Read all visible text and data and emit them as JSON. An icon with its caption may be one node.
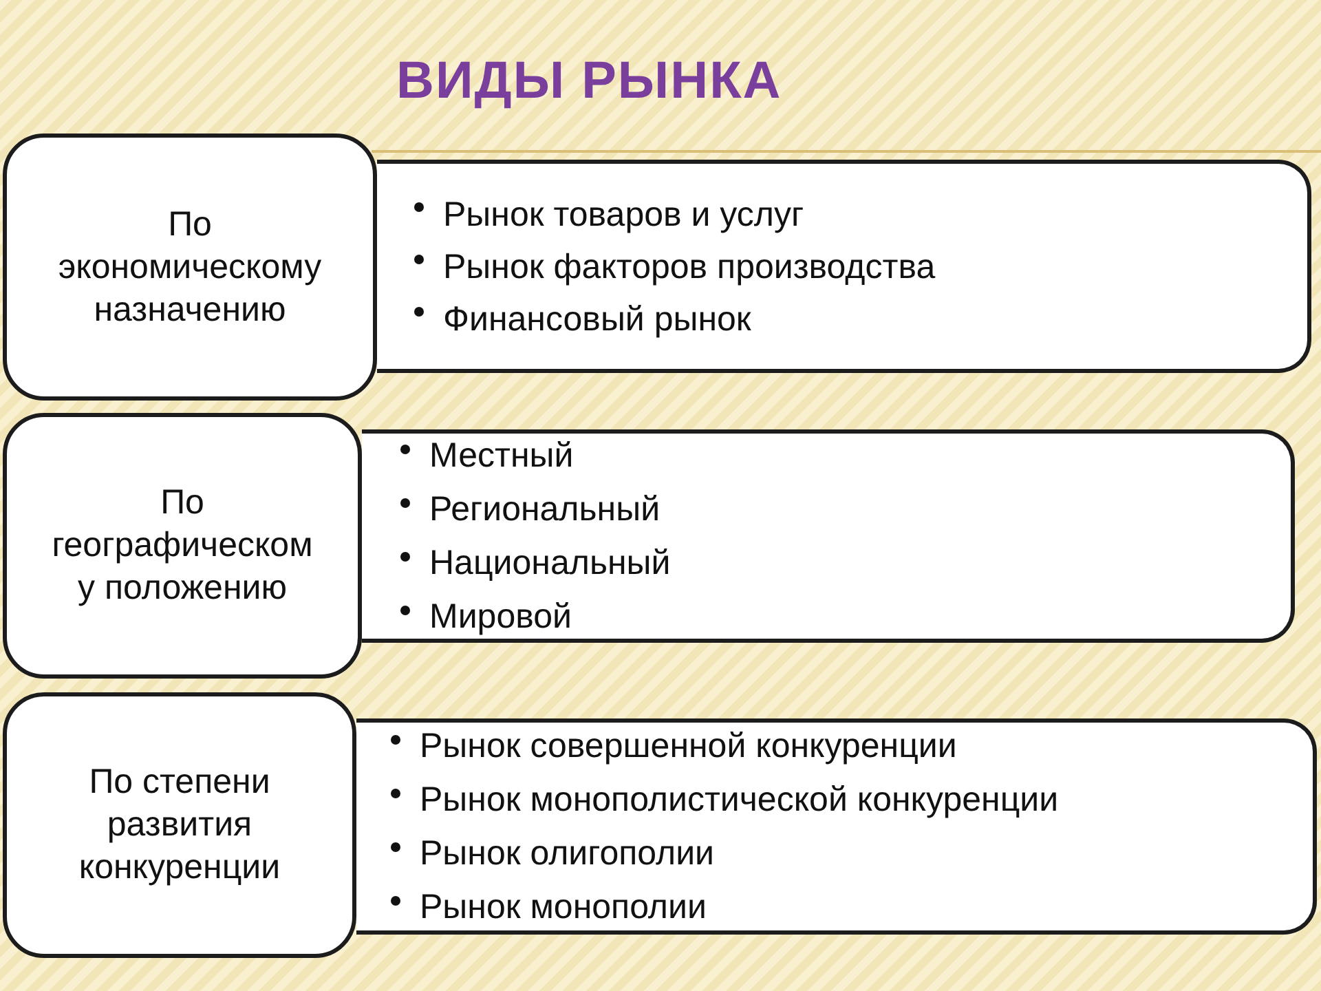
{
  "diagram": {
    "title": "ВИДЫ РЫНКА",
    "nodes": [
      {
        "text": [
          "По экономическому назначению"
        ]
      },
      {
        "text": [
          "Рынок товаров и услуг",
          "Рынок факторов производства",
          "Финансовый рынок"
        ]
      },
      {
        "text": [
          "По географическому положению"
        ]
      },
      {
        "text": [
          "Местный",
          "Региональный",
          "Национальный",
          "Мировой"
        ]
      },
      {
        "text": [
          "По степени развития конкуренции"
        ]
      },
      {
        "text": [
          "Рынок совершенной конкуренции",
          "Рынок монополистической конкуренции",
          "Рынок олигополии",
          "Рынок монополии"
        ]
      }
    ]
  }
}
